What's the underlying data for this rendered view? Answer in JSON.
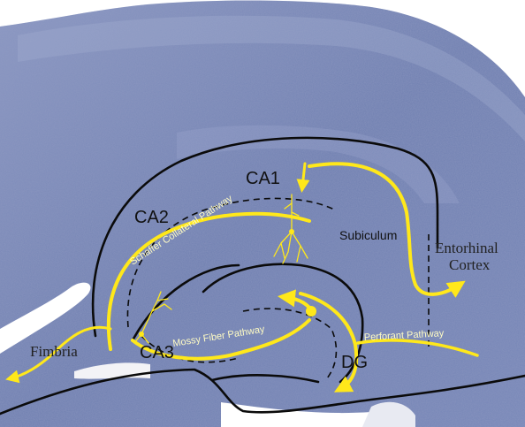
{
  "labels": {
    "ca1": "CA1",
    "ca2": "CA2",
    "ca3": "CA3",
    "dg": "DG",
    "subiculum": "Subiculum",
    "entorhinal_line1": "Entorhinal",
    "entorhinal_line2": "Cortex",
    "fimbria": "Fimbria"
  },
  "pathways": {
    "schaffer": "Schaffer Collateral Pathway",
    "mossy": "Mossy Fiber Pathway",
    "perforant": "Perforant Pathway"
  },
  "colors": {
    "tissue": "#6f7fb0",
    "tissue_light": "#8e9ac2",
    "pathway": "#ffe81a",
    "outline": "#0b0b0b",
    "ventricle": "#ffffff"
  }
}
